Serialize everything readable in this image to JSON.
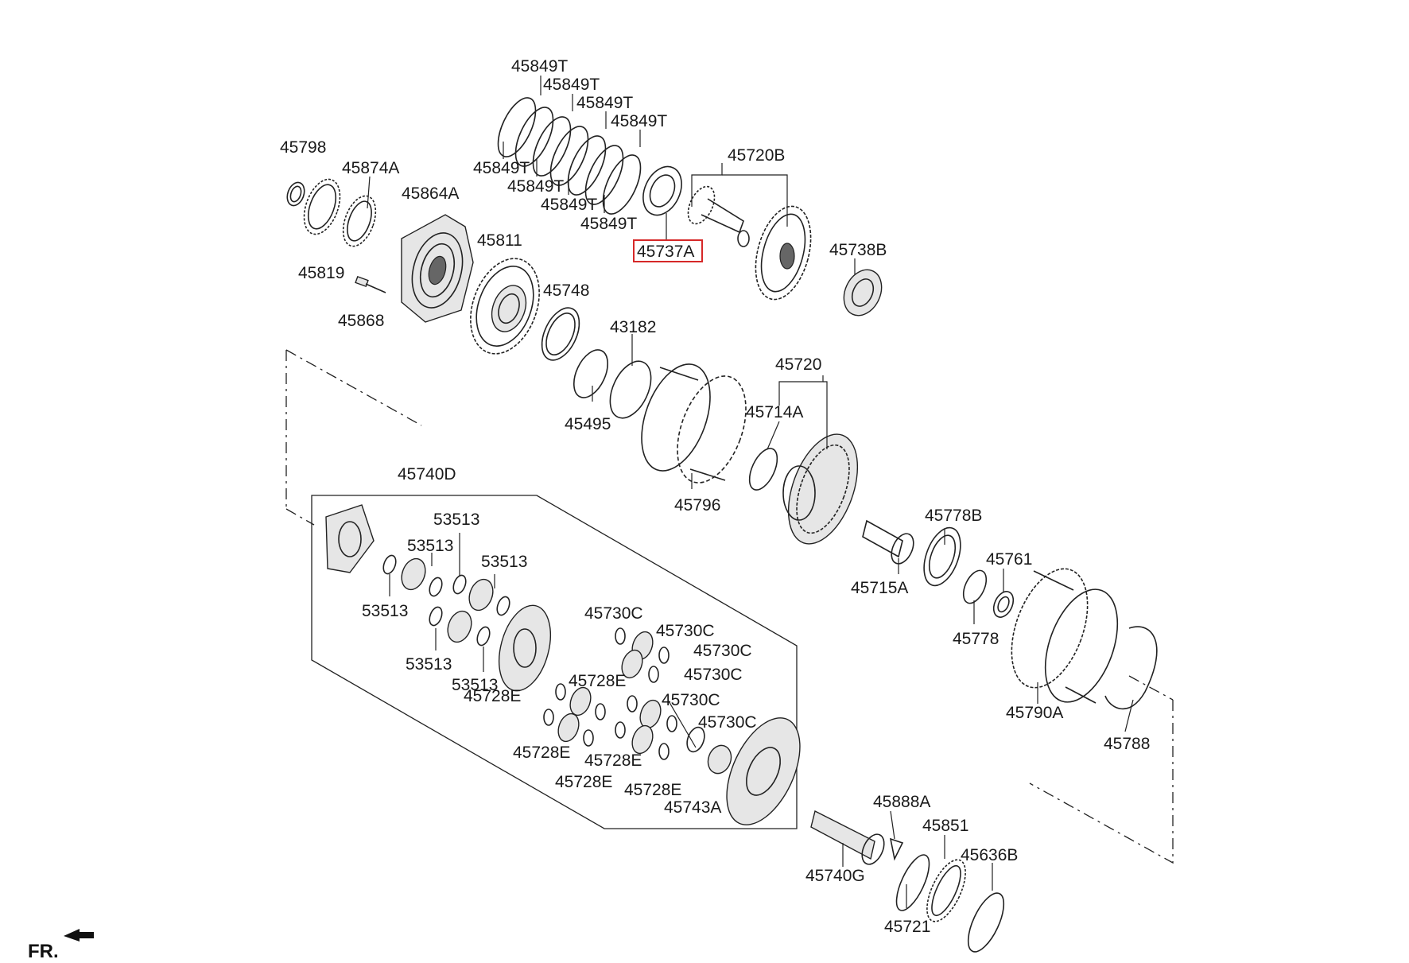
{
  "diagram": {
    "highlighted_part": "45737A",
    "orientation_label": "FR.",
    "part_labels": [
      "45849T",
      "45849T",
      "45849T",
      "45849T",
      "45849T",
      "45849T",
      "45849T",
      "45849T",
      "45798",
      "45874A",
      "45864A",
      "45720B",
      "45737A",
      "45819",
      "45811",
      "45738B",
      "45868",
      "45748",
      "43182",
      "45720",
      "45495",
      "45714A",
      "45740D",
      "45796",
      "53513",
      "53513",
      "53513",
      "53513",
      "53513",
      "53513",
      "45778B",
      "45761",
      "45715A",
      "45778",
      "45730C",
      "45730C",
      "45730C",
      "45730C",
      "45730C",
      "45730C",
      "45728E",
      "45728E",
      "45728E",
      "45728E",
      "45728E",
      "45728E",
      "45790A",
      "45788",
      "45743A",
      "45888A",
      "45851",
      "45636B",
      "45740G",
      "45721"
    ]
  }
}
